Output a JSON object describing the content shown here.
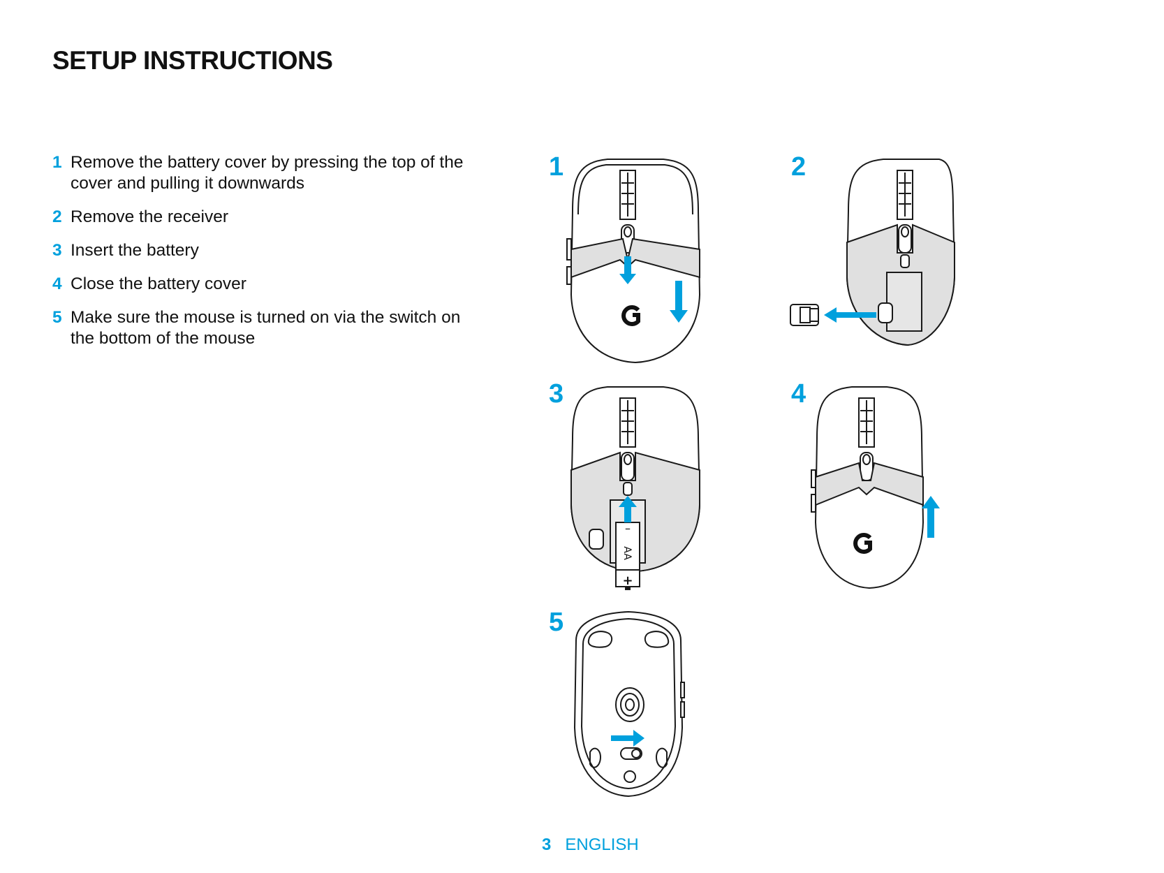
{
  "title": "SETUP INSTRUCTIONS",
  "steps": [
    {
      "num": "1",
      "text": "Remove the battery cover by pressing the top of the cover and pulling it downwards"
    },
    {
      "num": "2",
      "text": "Remove the receiver"
    },
    {
      "num": "3",
      "text": "Insert the battery"
    },
    {
      "num": "4",
      "text": "Close the battery cover"
    },
    {
      "num": "5",
      "text": "Make sure the mouse is turned on via the switch on the bottom of the mouse"
    }
  ],
  "figure_labels": [
    "1",
    "2",
    "3",
    "4",
    "5"
  ],
  "battery": {
    "minus": "–",
    "type": "AA",
    "plus": "+"
  },
  "footer": {
    "page": "3",
    "language": "ENGLISH"
  },
  "colors": {
    "accent": "#00a0dd",
    "line": "#1a1a1a",
    "shade": "#e0e0e0"
  }
}
